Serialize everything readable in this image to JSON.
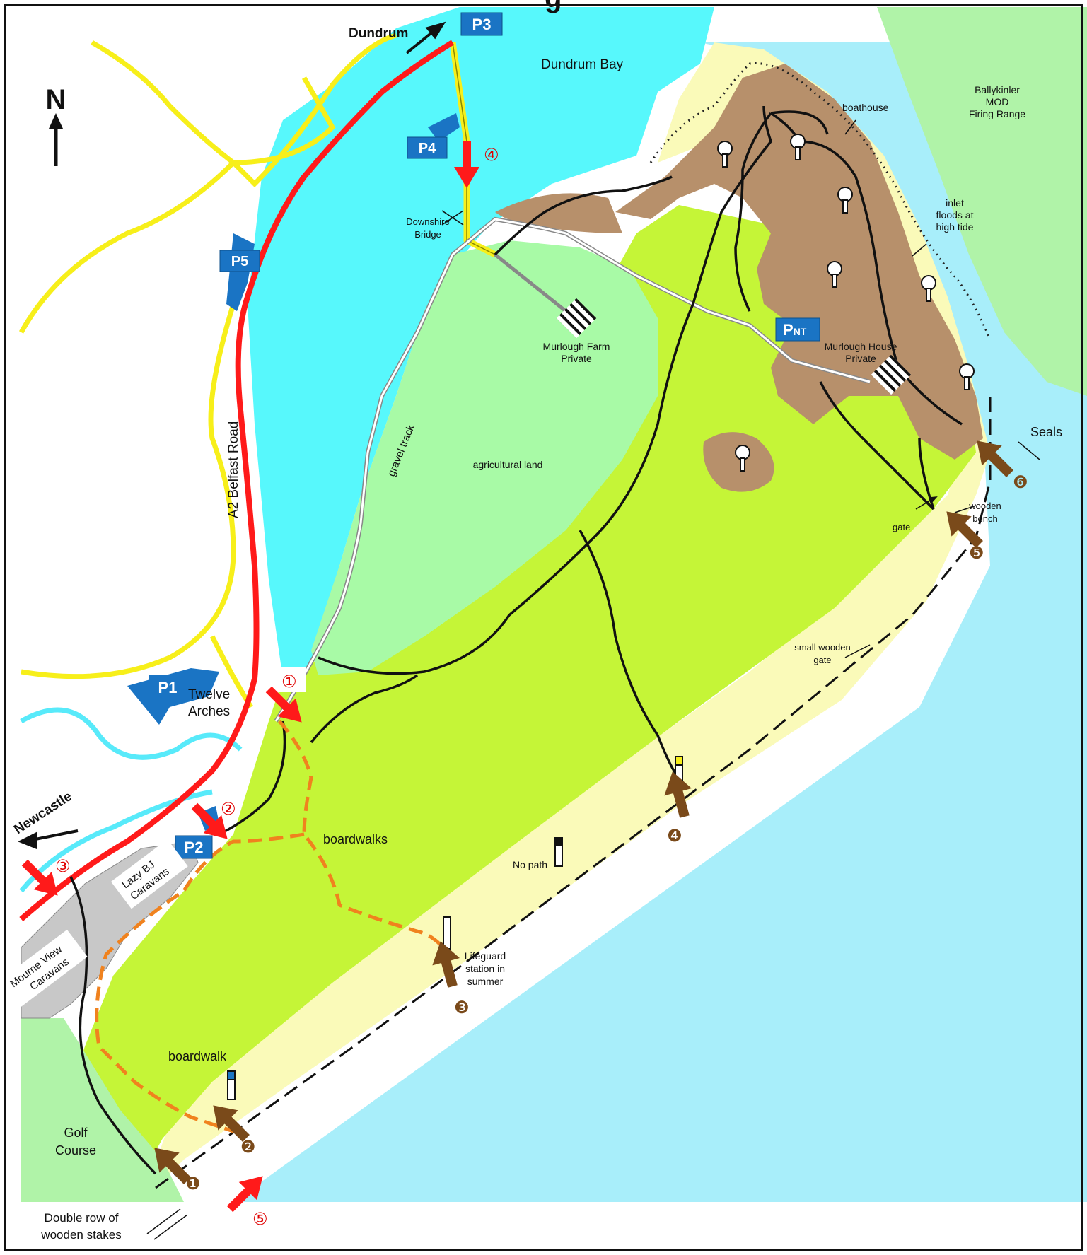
{
  "title_fragment": "g",
  "compass": {
    "letter": "N",
    "icon": "north-arrow-icon"
  },
  "colors": {
    "sea": "#a8eefa",
    "bay": "#57f8fc",
    "beach": "#fafab9",
    "dunes": "#c5f537",
    "farmland": "#a8faa6",
    "woodland": "#b7906b",
    "outside_land": "#b0f3a8",
    "caravans": "#c8c8c8",
    "main_road": "#ff1a1a",
    "minor_road": "#f7ef1a",
    "river": "#58eafa",
    "boardwalk": "#f0821e",
    "parking": "#1a74c4",
    "start_arrow": "#ff1a1a",
    "beach_arrow": "#7a4a1a"
  },
  "parking": [
    {
      "id": "p1",
      "label": "P1"
    },
    {
      "id": "p2",
      "label": "P2"
    },
    {
      "id": "p3",
      "label": "P3"
    },
    {
      "id": "p4",
      "label": "P4"
    },
    {
      "id": "p5",
      "label": "P5"
    },
    {
      "id": "pnt",
      "label": "P",
      "sub": "NT"
    }
  ],
  "labels": {
    "dundrum": "Dundrum",
    "dundrum_bay": "Dundrum Bay",
    "ballykinler": [
      "Ballykinler",
      "MOD",
      "Firing Range"
    ],
    "boathouse": "boathouse",
    "inlet": [
      "inlet",
      "floods at",
      "high tide"
    ],
    "downshire": [
      "Downshire",
      "Bridge"
    ],
    "murlough_farm": [
      "Murlough Farm",
      "Private"
    ],
    "murlough_house": [
      "Murlough House",
      "Private"
    ],
    "gravel_track": "gravel track",
    "agricultural_land": "agricultural land",
    "a2_road": "A2 Belfast Road",
    "seals": "Seals",
    "wooden_bench": [
      "wooden",
      "bench"
    ],
    "gate": "gate",
    "small_wooden_gate": [
      "small wooden",
      "gate"
    ],
    "twelve_arches": [
      "Twelve",
      "Arches"
    ],
    "boardwalks": "boardwalks",
    "boardwalk": "boardwalk",
    "newcastle": "Newcastle",
    "lazy_bj": [
      "Lazy BJ",
      "Caravans"
    ],
    "mourne_view": [
      "Mourne View",
      "Caravans"
    ],
    "no_path": "No path",
    "lifeguard": [
      "Lifeguard",
      "station in",
      "summer"
    ],
    "golf_course": [
      "Golf",
      "Course"
    ],
    "stakes": [
      "Double row of",
      "wooden stakes"
    ]
  },
  "red_markers": [
    "①",
    "②",
    "③",
    "④",
    "⑤"
  ],
  "beach_markers": [
    "❶",
    "❷",
    "❸",
    "❹",
    "❺",
    "❻"
  ]
}
